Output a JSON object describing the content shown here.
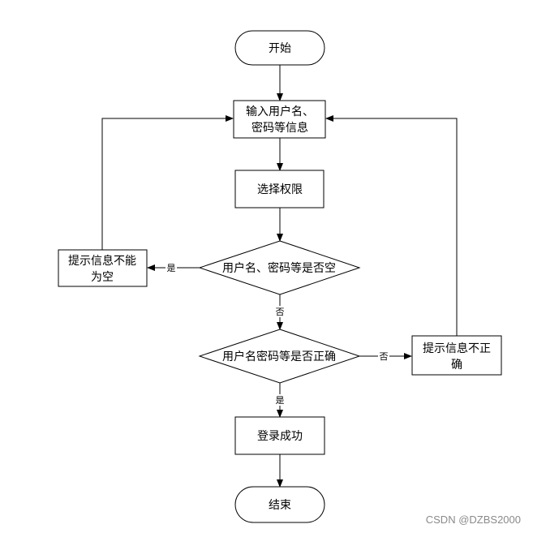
{
  "diagram": {
    "start": "开始",
    "input": [
      "输入用户名、",
      "密码等信息"
    ],
    "select_role": "选择权限",
    "check_empty": "用户名、密码等是否空",
    "empty_msg": [
      "提示信息不能",
      "为空"
    ],
    "check_correct": "用户名密码等是否正确",
    "incorrect_msg": [
      "提示信息不正",
      "确"
    ],
    "success": "登录成功",
    "end": "结束",
    "edge_yes": "是",
    "edge_no": "否"
  },
  "watermark": "CSDN @DZBS2000"
}
